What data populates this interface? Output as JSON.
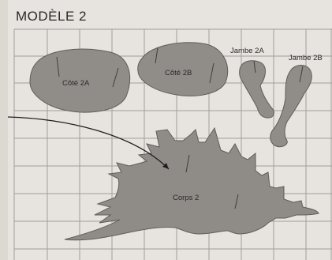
{
  "page": {
    "title": "MODÈLE 2"
  },
  "pieces": {
    "cote": "Côté 2A",
    "cote_b": "Côté 2B",
    "jambe_a": "Jambe 2A",
    "jambe_b": "Jambe 2B",
    "corps": "Corps 2"
  },
  "colors": {
    "paper": "#e6e3de",
    "grid": "#9b9893",
    "shape_fill": "#8f8c88",
    "shape_stroke": "#5f5c59",
    "ink": "#222222"
  }
}
